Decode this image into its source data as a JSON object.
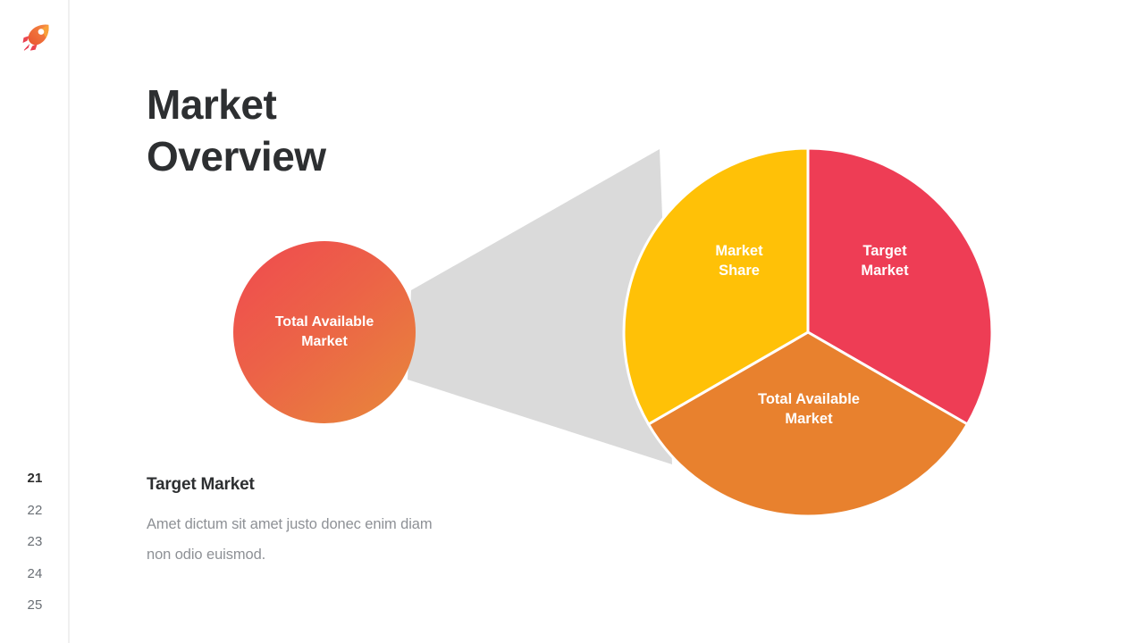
{
  "sidebar": {
    "logo_icon": "rocket-icon",
    "pages": [
      {
        "label": "21",
        "active": true
      },
      {
        "label": "22",
        "active": false
      },
      {
        "label": "23",
        "active": false
      },
      {
        "label": "24",
        "active": false
      },
      {
        "label": "25",
        "active": false
      }
    ]
  },
  "slide": {
    "title": "Market\nOverview",
    "footnote": {
      "heading": "Target Market",
      "body": "Amet dictum sit amet justo donec enim diam non odio euismod."
    }
  },
  "source_node": {
    "line1": "Total Available",
    "line2": "Market",
    "gradient_from": "#EF5350",
    "gradient_to": "#E8803C"
  },
  "connector": {
    "color": "#DADADA"
  },
  "chart_data": {
    "type": "pie",
    "title": "Market Overview",
    "legend": "none",
    "total": 100,
    "slices": [
      {
        "label": "Target Market",
        "label_line1": "Target",
        "label_line2": "Market",
        "value": 33.3,
        "percent": "33.3%",
        "color": "#EE3D55",
        "start_angle": 0,
        "end_angle": 120
      },
      {
        "label": "Total Available Market",
        "label_line1": "Total Available",
        "label_line2": "Market",
        "value": 33.3,
        "percent": "33.3%",
        "color": "#E8812E",
        "start_angle": 120,
        "end_angle": 240
      },
      {
        "label": "Market Share",
        "label_line1": "Market",
        "label_line2": "Share",
        "value": 33.3,
        "percent": "33.3%",
        "color": "#FFC107",
        "start_angle": 240,
        "end_angle": 360
      }
    ]
  }
}
